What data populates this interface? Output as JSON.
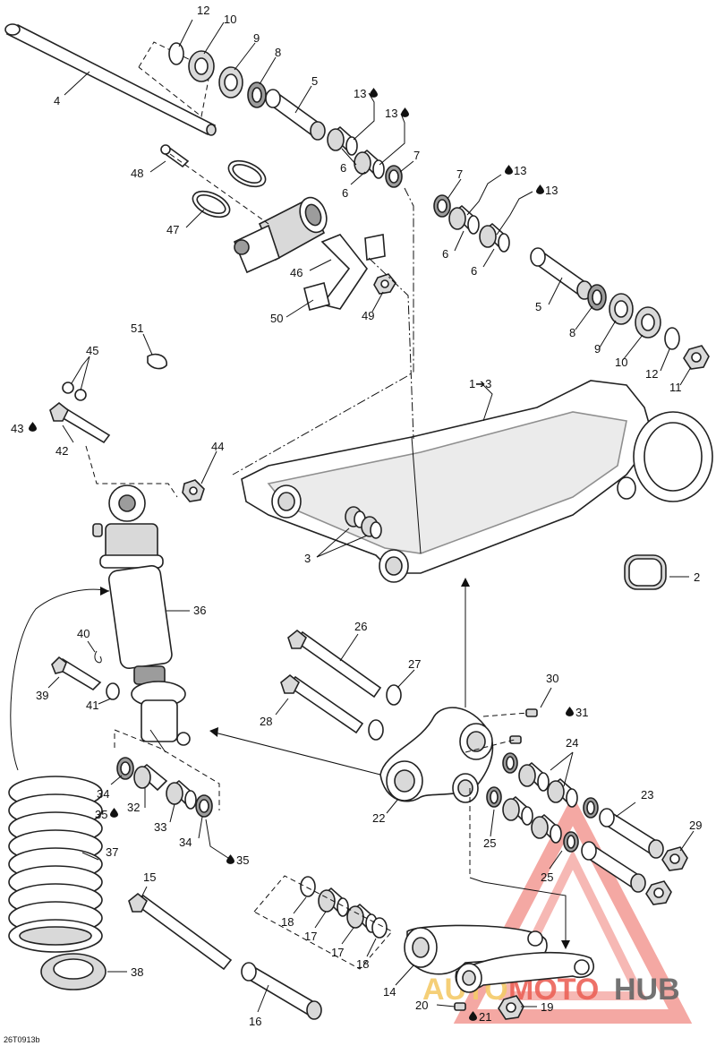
{
  "document_ref": "26T0913b",
  "watermark": {
    "word_a": "AUTO",
    "word_b": "MOTO",
    "word_c": "HUB",
    "color_a": "#f2c14e",
    "color_b": "#e8463b",
    "color_c": "#4a4a4a"
  },
  "callouts": {
    "c12a": "12",
    "c10a": "10",
    "c9a": "9",
    "c8a": "8",
    "c4": "4",
    "c5a": "5",
    "c13a": "13",
    "c13b": "13",
    "c6a": "6",
    "c6b": "6",
    "c7a": "7",
    "c48": "48",
    "c47": "47",
    "c46": "46",
    "c50": "50",
    "c49": "49",
    "c7b": "7",
    "c13c": "13",
    "c13d": "13",
    "c6c": "6",
    "c6d": "6",
    "c5b": "5",
    "c8b": "8",
    "c9b": "9",
    "c10b": "10",
    "c12b": "12",
    "c11": "11",
    "c51": "51",
    "c45": "45",
    "c43": "43",
    "c42": "42",
    "c44": "44",
    "c1": "1➔3",
    "c3": "3",
    "c2": "2",
    "c36": "36",
    "c40": "40",
    "c39": "39",
    "c41": "41",
    "c26": "26",
    "c27": "27",
    "c28": "28",
    "c30": "30",
    "c31": "31",
    "c24": "24",
    "c22": "22",
    "c23": "23",
    "c29": "29",
    "c25a": "25",
    "c25b": "25",
    "c34a": "34",
    "c35a": "35",
    "c32": "32",
    "c33": "33",
    "c34b": "34",
    "c35b": "35",
    "c37": "37",
    "c15": "15",
    "c18a": "18",
    "c17a": "17",
    "c17b": "17",
    "c18b": "18",
    "c38": "38",
    "c14": "14",
    "c16": "16",
    "c20": "20",
    "c21": "21",
    "c19": "19"
  }
}
